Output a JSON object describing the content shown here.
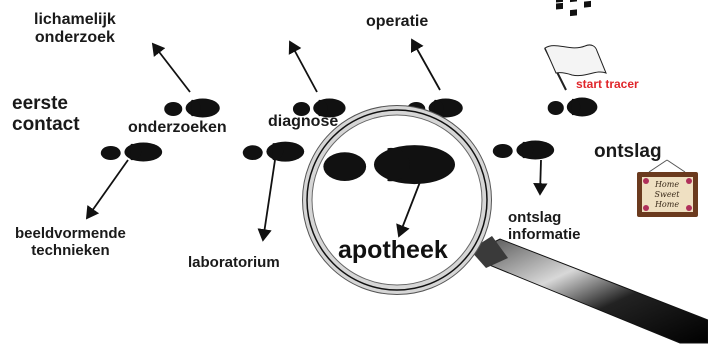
{
  "labels": {
    "lichamelijk_onderzoek": [
      "lichamelijk",
      "onderzoek"
    ],
    "operatie": "operatie",
    "eerste_contact": [
      "eerste",
      "contact"
    ],
    "onderzoeken": "onderzoeken",
    "diagnose": "diagnose",
    "start_tracer": "start tracer",
    "ontslag": "ontslag",
    "beeldvormende_technieken": [
      "beeldvormende",
      "technieken"
    ],
    "laboratorium": "laboratorium",
    "apotheek": "apotheek",
    "ontslag_informatie": [
      "ontslag",
      "informatie"
    ]
  },
  "sign": {
    "lines": [
      "Home",
      "Sweet",
      "Home"
    ]
  },
  "colors": {
    "text": "#1a1a1a",
    "accent": "#e0262b",
    "footprint": "#111111",
    "sign_frame": "#6b3a1e",
    "sign_bg": "#efe0c2"
  },
  "icons": [
    "footprint-icon",
    "checkered-flag-icon",
    "magnifying-glass-icon",
    "home-sign-icon"
  ]
}
